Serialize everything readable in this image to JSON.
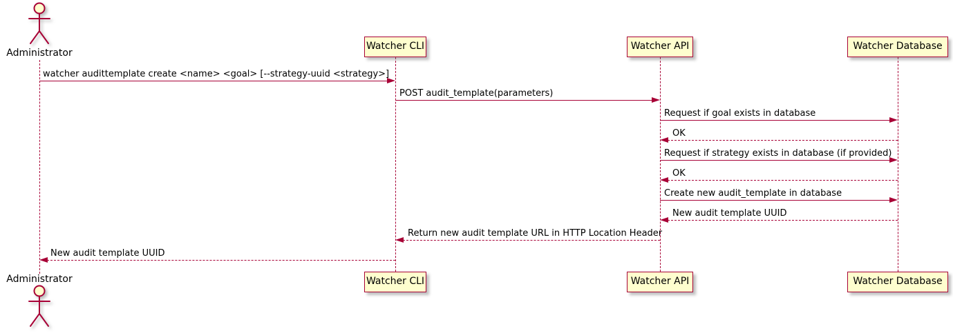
{
  "diagram": {
    "type": "sequence",
    "colors": {
      "accent": "#A80036",
      "participant_fill": "#FEFECE",
      "background": "#FFFFFF",
      "text": "#000000"
    },
    "actor": {
      "name": "Administrator"
    },
    "participants": [
      {
        "label": "Watcher CLI"
      },
      {
        "label": "Watcher API"
      },
      {
        "label": "Watcher Database"
      }
    ],
    "messages": [
      {
        "from": "Administrator",
        "to": "Watcher CLI",
        "line": "solid",
        "direction": "right",
        "label": "watcher audittemplate create <name> <goal> [--strategy-uuid <strategy>]"
      },
      {
        "from": "Watcher CLI",
        "to": "Watcher API",
        "line": "solid",
        "direction": "right",
        "label": "POST audit_template(parameters)"
      },
      {
        "from": "Watcher API",
        "to": "Watcher Database",
        "line": "solid",
        "direction": "right",
        "label": "Request if goal exists in database"
      },
      {
        "from": "Watcher Database",
        "to": "Watcher API",
        "line": "dashed",
        "direction": "left",
        "label": "OK"
      },
      {
        "from": "Watcher API",
        "to": "Watcher Database",
        "line": "solid",
        "direction": "right",
        "label": "Request if strategy exists in database (if provided)"
      },
      {
        "from": "Watcher Database",
        "to": "Watcher API",
        "line": "dashed",
        "direction": "left",
        "label": "OK"
      },
      {
        "from": "Watcher API",
        "to": "Watcher Database",
        "line": "solid",
        "direction": "right",
        "label": "Create new audit_template in database"
      },
      {
        "from": "Watcher Database",
        "to": "Watcher API",
        "line": "dashed",
        "direction": "left",
        "label": "New audit template UUID"
      },
      {
        "from": "Watcher API",
        "to": "Watcher CLI",
        "line": "dashed",
        "direction": "left",
        "label": "Return new audit template URL in HTTP Location Header"
      },
      {
        "from": "Watcher CLI",
        "to": "Administrator",
        "line": "dashed",
        "direction": "left",
        "label": "New audit template UUID"
      }
    ]
  }
}
